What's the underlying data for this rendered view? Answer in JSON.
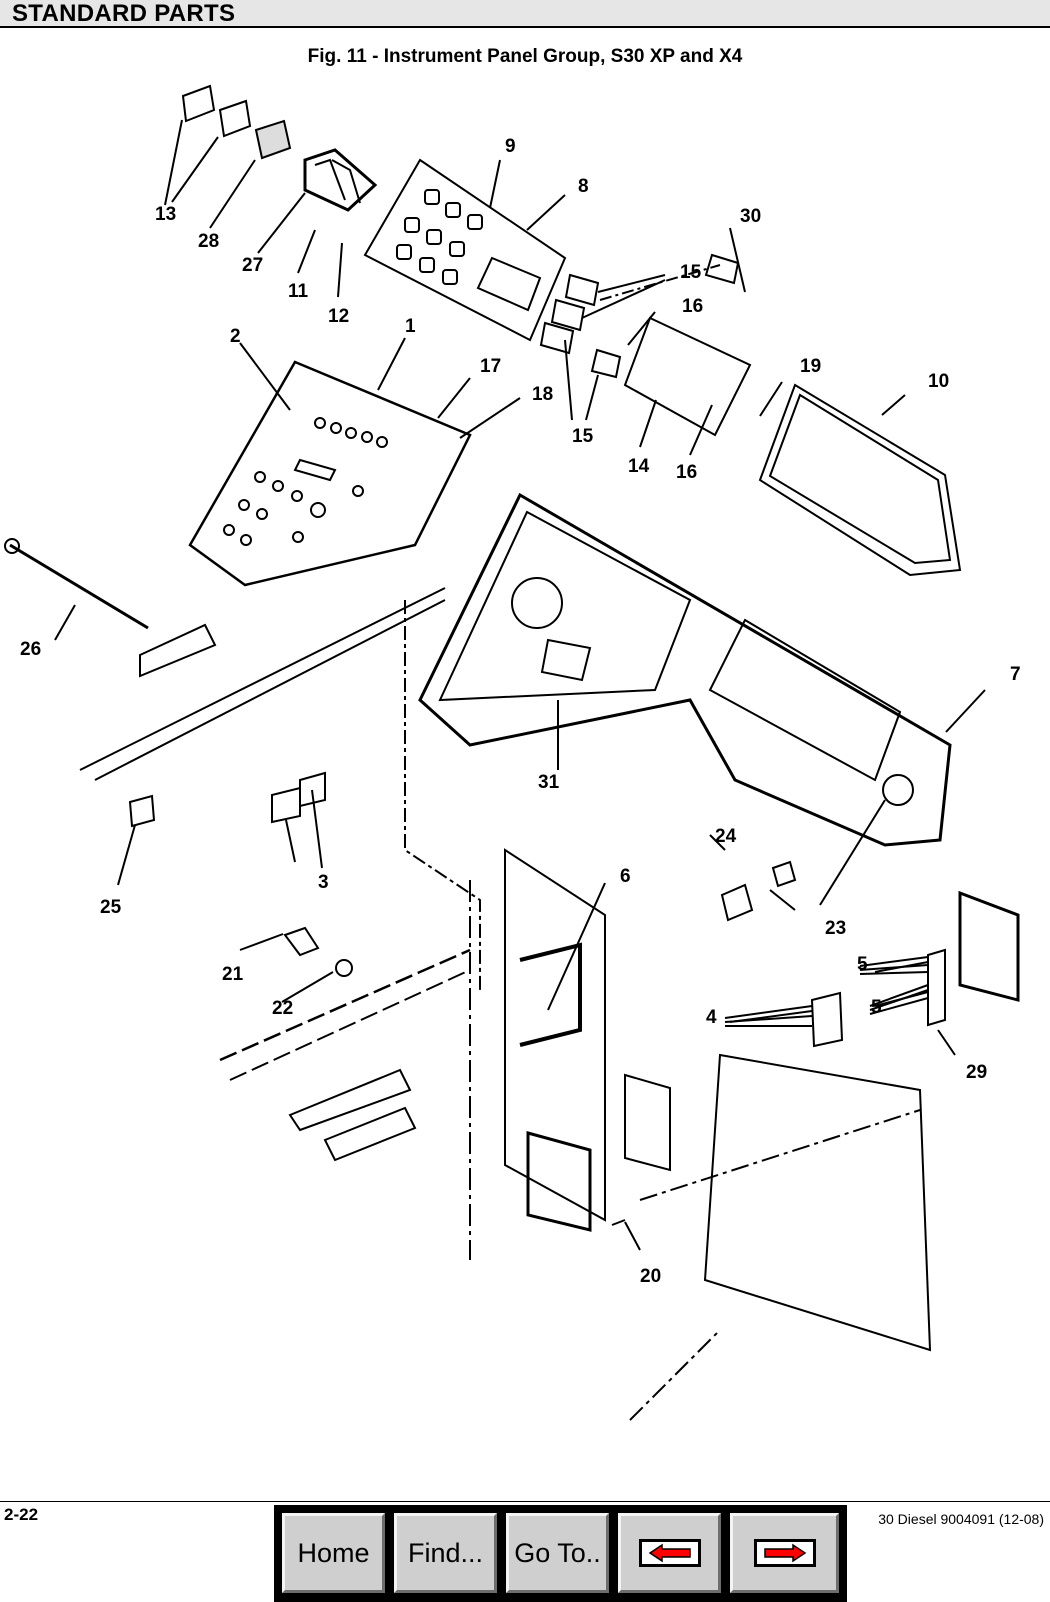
{
  "header": {
    "section_title": "STANDARD PARTS"
  },
  "figure": {
    "title": "Fig. 11 - Instrument Panel Group, S30 XP and X4",
    "callouts": [
      "1",
      "2",
      "3",
      "4",
      "5",
      "5",
      "6",
      "7",
      "8",
      "9",
      "10",
      "11",
      "12",
      "13",
      "14",
      "15",
      "15",
      "16",
      "16",
      "17",
      "18",
      "19",
      "20",
      "21",
      "22",
      "23",
      "24",
      "25",
      "26",
      "27",
      "28",
      "29",
      "30",
      "31"
    ]
  },
  "footer": {
    "page_number": "2-22",
    "document_ref": "30 Diesel 9004091  (12-08)"
  },
  "nav": {
    "home_label": "Home",
    "find_label": "Find...",
    "goto_label": "Go To..",
    "prev_icon": "left-arrow-icon",
    "next_icon": "right-arrow-icon",
    "arrow_color": "#ff0000"
  }
}
